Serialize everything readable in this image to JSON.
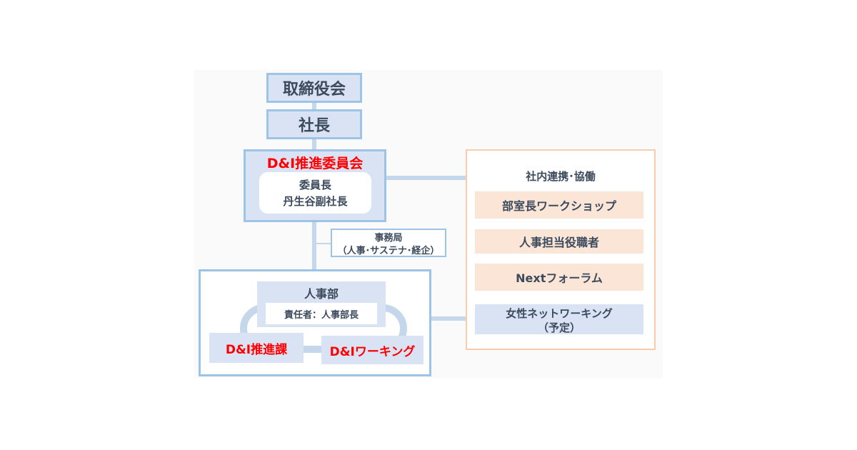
{
  "board": "取締役会",
  "president": "社長",
  "committee": {
    "title": "D&I推進委員会",
    "chair_line1": "委員長",
    "chair_line2": "丹生谷副社長"
  },
  "secretariat": {
    "line1": "事務局",
    "line2": "（人事･サステナ･経企）"
  },
  "hr": {
    "title": "人事部",
    "responsible": "責任者：人事部長",
    "promotion_section": "D&I推進課",
    "working_group": "D&Iワーキング"
  },
  "collaboration": {
    "title": "社内連携･協働",
    "items": [
      "部室長ワークショップ",
      "人事担当役職者",
      "Nextフォーラム"
    ],
    "womens_network_line1": "女性ネットワーキング",
    "womens_network_line2": "（予定）"
  },
  "colors": {
    "navy_border": "#9dc3e6",
    "navy_fill": "#dae3f3",
    "peach_border": "#f8cbad",
    "peach_fill": "#fbe5d6",
    "accent_red": "#ff0000"
  }
}
